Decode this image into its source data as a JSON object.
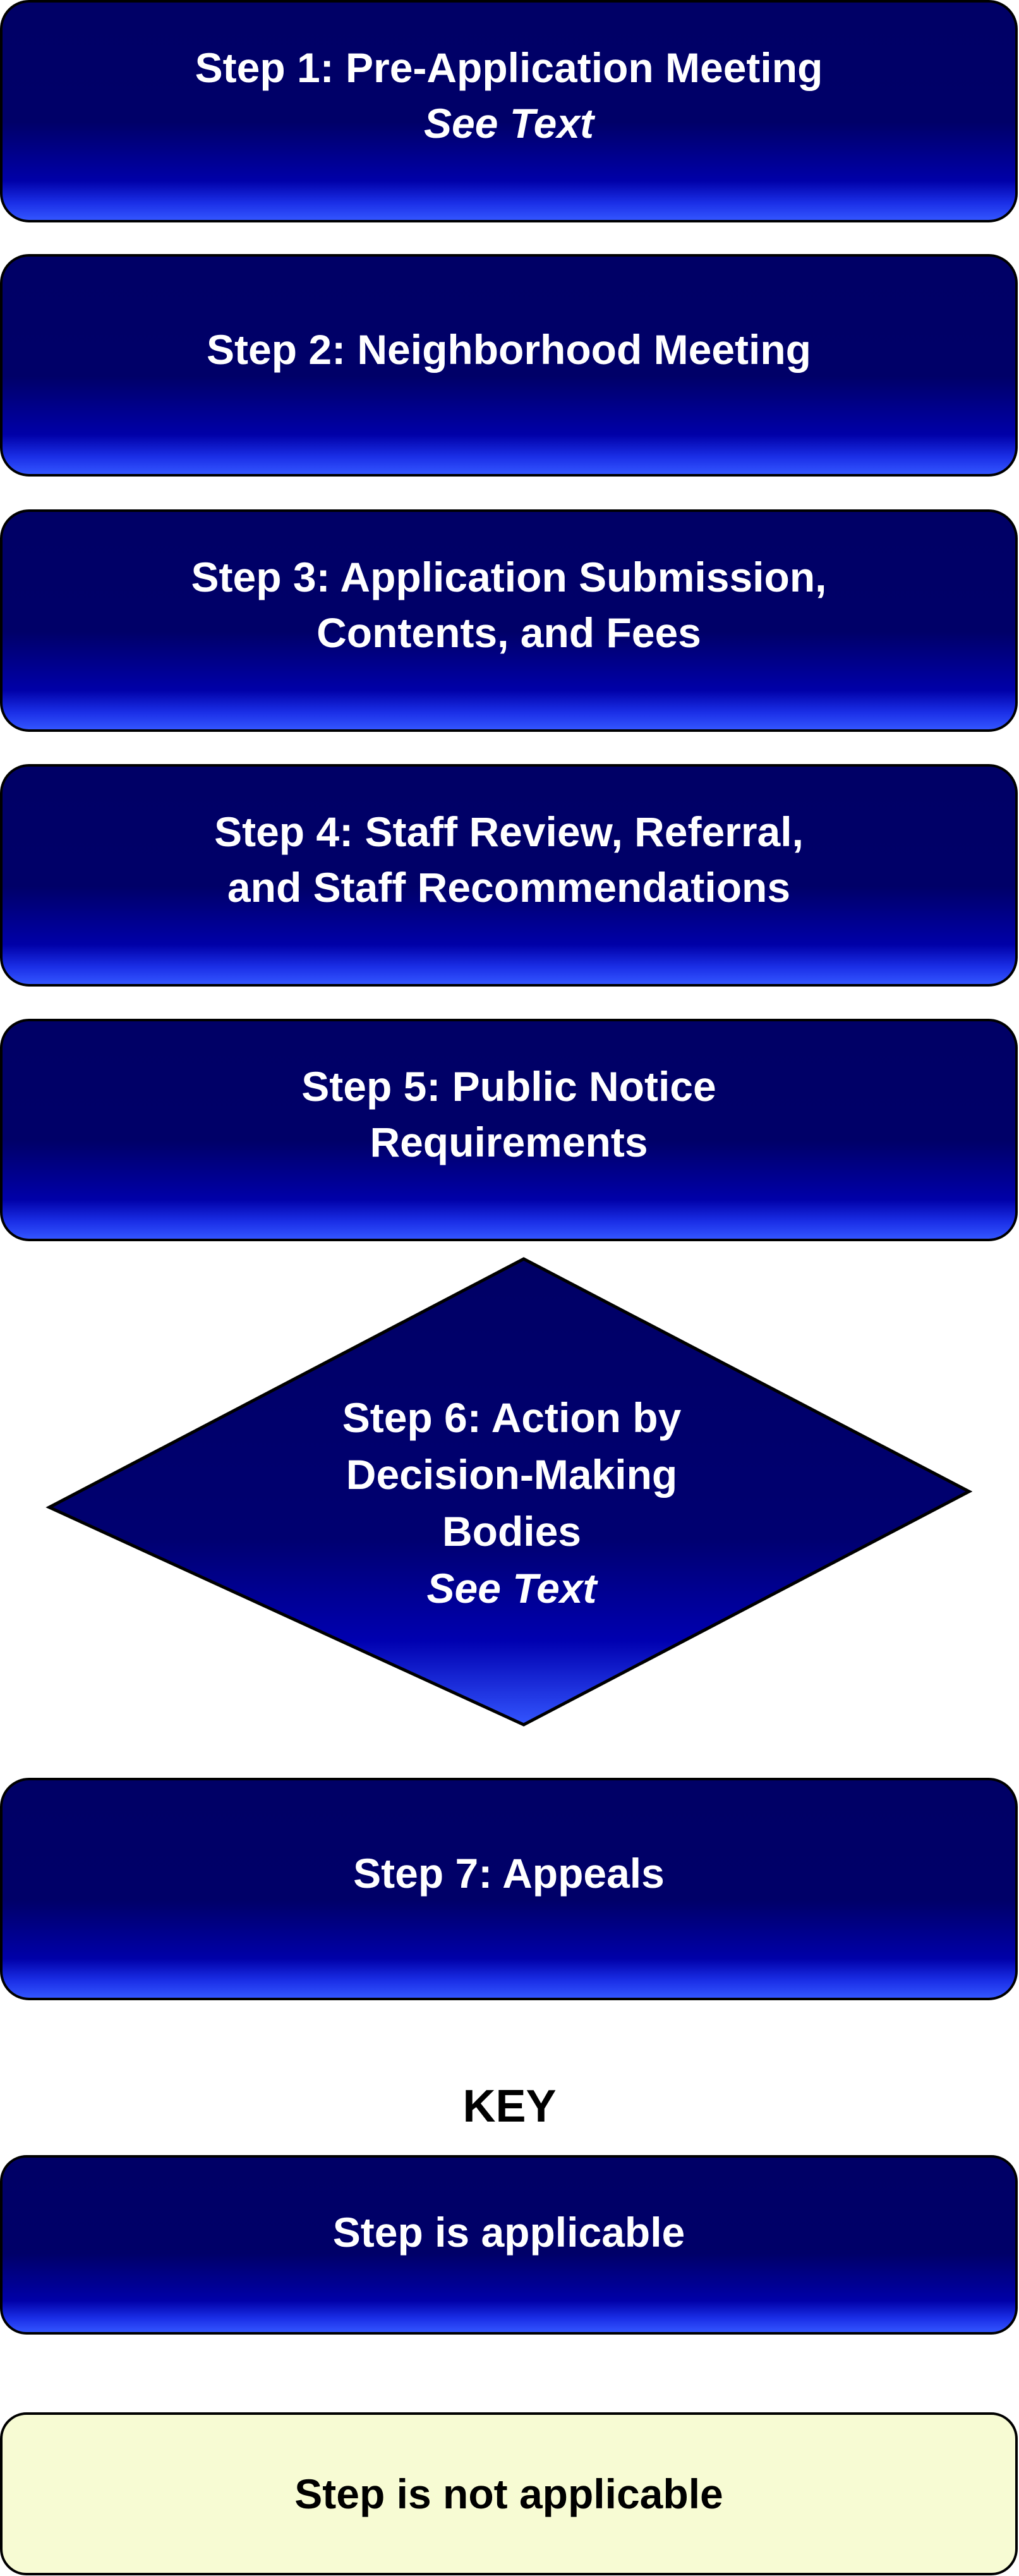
{
  "steps": [
    {
      "title": "Step 1: Pre-Application Meeting",
      "note": "See Text"
    },
    {
      "title": "Step 2: Neighborhood Meeting"
    },
    {
      "line1": "Step 3: Application Submission,",
      "line2": "Contents, and Fees"
    },
    {
      "line1": "Step 4: Staff Review, Referral,",
      "line2": "and Staff Recommendations"
    },
    {
      "line1": "Step 5: Public Notice",
      "line2": "Requirements"
    },
    {
      "line1": "Step 6: Action by",
      "line2": "Decision-Making",
      "line3": "Bodies",
      "note": "See Text"
    },
    {
      "title": "Step 7: Appeals"
    }
  ],
  "key": {
    "title": "KEY",
    "applicable": "Step is applicable",
    "not_applicable": "Step is not applicable"
  },
  "colors": {
    "applicable_fill_top": "#000066",
    "applicable_fill_bottom": "#3355ff",
    "not_applicable_fill": "#f7fbd3",
    "border": "#000000",
    "text_on_blue": "#ffffff"
  }
}
